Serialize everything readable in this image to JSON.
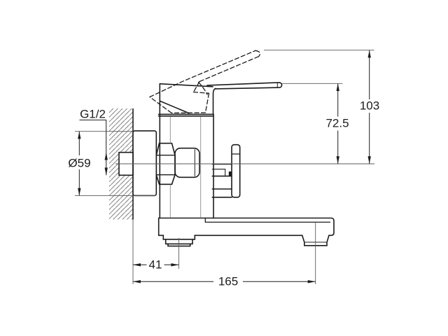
{
  "drawing": {
    "subject": "Wall-mounted single-lever mixer faucet - side elevation technical drawing",
    "background_color": "#ffffff",
    "line_color": "#1c1c1c",
    "labels": {
      "thread": "G1/2",
      "flange_diameter": "Ø59",
      "lever_height": "72.5",
      "total_height": "103",
      "outlet_offset": "41",
      "spout_reach": "165"
    }
  }
}
